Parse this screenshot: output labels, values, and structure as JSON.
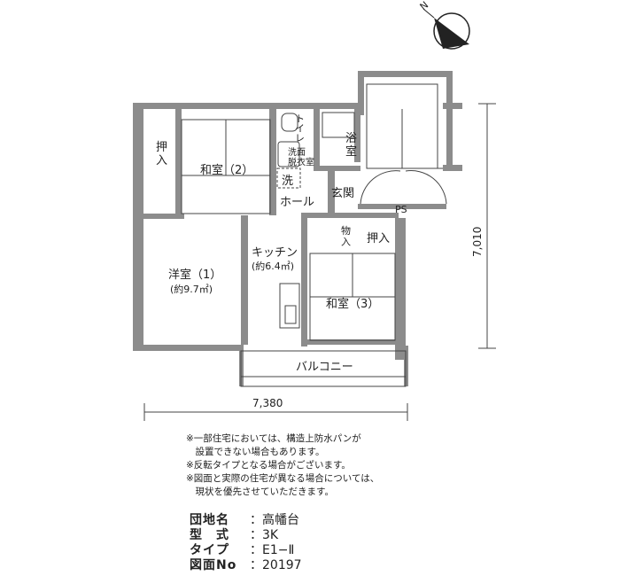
{
  "compass": {
    "label": "N",
    "icon": "north-arrow-icon"
  },
  "rooms": {
    "oshiire_1": "押\n入",
    "washitsu_2": "和室（2）",
    "toilet": "トイレ",
    "senmen": "洗面\n脱衣室",
    "sentaku": "洗",
    "yokushitsu": "浴\n室",
    "hall": "ホール",
    "genkan": "玄関",
    "ps": "PS",
    "mono": "物\n入",
    "oshiire_2": "押入",
    "kitchen": "キッチン",
    "kitchen_area": "(約6.4㎡)",
    "youshitsu_1": "洋室（1）",
    "youshitsu_area": "(約9.7㎡)",
    "washitsu_3": "和室（3）",
    "balcony": "バルコニー"
  },
  "dimensions": {
    "width": "7,380",
    "depth": "7,010"
  },
  "notes": [
    "※一部住宅においては、構造上防水パンが",
    "　設置できない場合もあります。",
    "※反転タイプとなる場合がございます。",
    "※図面と実際の住宅が異なる場合については、",
    "　現状を優先させていただきます。"
  ],
  "info": [
    {
      "key": "団地名",
      "value": "：高幡台"
    },
    {
      "key": "型　式",
      "value": "：3K"
    },
    {
      "key": "タイプ",
      "value": "：E1−Ⅱ"
    },
    {
      "key": "図面No",
      "value": "：20197"
    }
  ],
  "colors": {
    "wall": "#8c8c8c",
    "line": "#444444"
  }
}
